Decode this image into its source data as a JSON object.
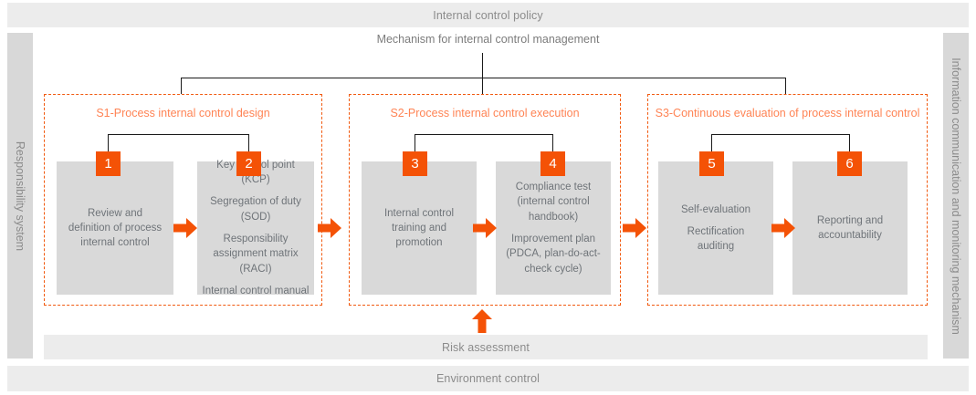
{
  "banners": {
    "policy": "Internal control policy",
    "risk": "Risk assessment",
    "environment": "Environment control"
  },
  "rails": {
    "left": "Responsibility system",
    "right": "Information communication and monitoring mechanism"
  },
  "mechanism_label": "Mechanism for internal control management",
  "colors": {
    "accent_orange": "#f45206",
    "title_orange": "#ff8455",
    "card_gray": "#d9d9d9",
    "banner_gray": "#ececec",
    "rail_gray": "#d8d8d8",
    "text_gray": "#6f7479"
  },
  "stages": [
    {
      "id": "s1",
      "title": "S1-Process internal control design",
      "cards": [
        {
          "badge": "1",
          "lines": [
            [
              "Review and",
              "definition of process",
              "internal control"
            ]
          ]
        },
        {
          "badge": "2",
          "lines": [
            [
              "Key control point　(KCP)"
            ],
            [
              "Segregation of duty",
              "(SOD)"
            ],
            [
              "Responsibility",
              "assignment matrix",
              "(RACI)"
            ],
            [
              "Internal control manual"
            ]
          ]
        }
      ]
    },
    {
      "id": "s2",
      "title": "S2-Process internal control execution",
      "cards": [
        {
          "badge": "3",
          "lines": [
            [
              "Internal control",
              "training and",
              "promotion"
            ]
          ]
        },
        {
          "badge": "4",
          "lines": [
            [
              "Compliance test",
              "(internal control",
              "handbook)"
            ],
            [
              "Improvement plan",
              "(PDCA, plan-do-act-",
              "check cycle)"
            ]
          ]
        }
      ]
    },
    {
      "id": "s3",
      "title": "S3-Continuous evaluation of process internal control",
      "cards": [
        {
          "badge": "5",
          "lines": [
            [
              "Self-evaluation"
            ],
            [
              "Rectification",
              "auditing"
            ]
          ]
        },
        {
          "badge": "6",
          "lines": [
            [
              "Reporting and",
              "accountability"
            ]
          ]
        }
      ]
    }
  ],
  "arrows": [
    {
      "name": "arrow-1-to-2",
      "direction": "right"
    },
    {
      "name": "arrow-2-to-3",
      "direction": "right"
    },
    {
      "name": "arrow-3-to-4",
      "direction": "right"
    },
    {
      "name": "arrow-4-to-5",
      "direction": "right"
    },
    {
      "name": "arrow-5-to-6",
      "direction": "right"
    },
    {
      "name": "arrow-risk-feedback",
      "direction": "up"
    }
  ]
}
